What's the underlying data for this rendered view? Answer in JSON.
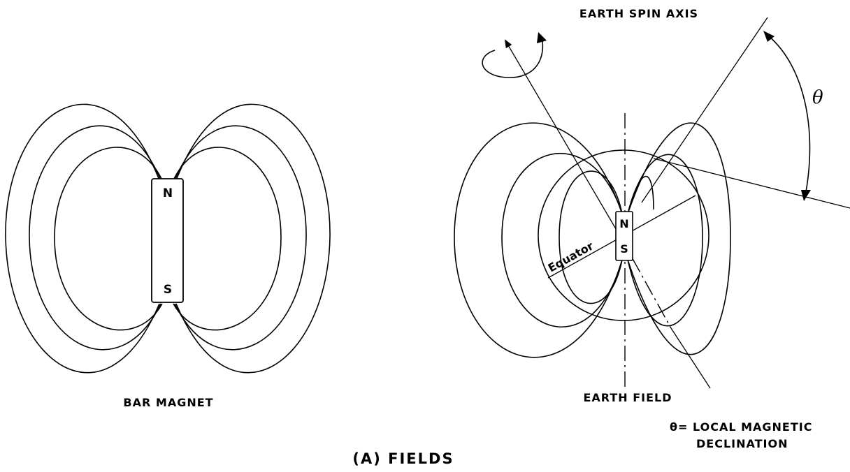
{
  "bar_magnet": {
    "north_label": "N",
    "south_label": "S",
    "caption": "BAR MAGNET"
  },
  "earth_field": {
    "north_label": "N",
    "south_label": "S",
    "equator_label": "Equator",
    "spin_axis_label": "EARTH SPIN AXIS",
    "angle_symbol": "θ",
    "caption": "EARTH FIELD",
    "legend_line1": "θ= LOCAL MAGNETIC",
    "legend_line2": "DECLINATION"
  },
  "figure_caption": "(A) FIELDS"
}
